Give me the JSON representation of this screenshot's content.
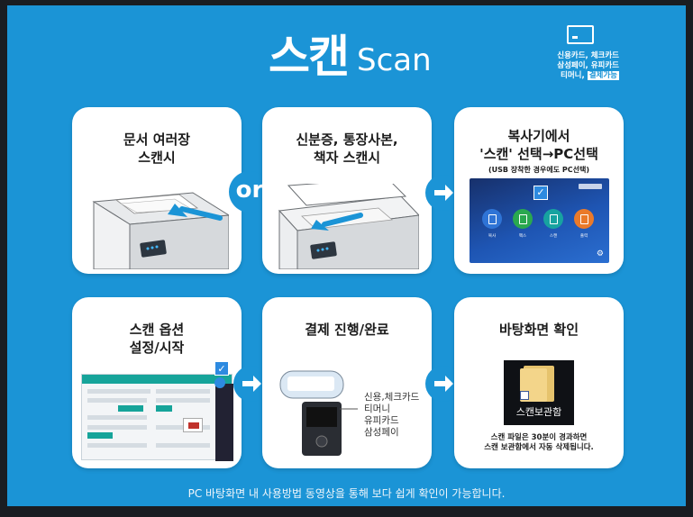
{
  "title": {
    "ko": "스캔",
    "en": "Scan"
  },
  "payment": {
    "icon": "credit-card-icon",
    "line1": "신용카드, 체크카드",
    "line2": "삼성페이, 유피카드",
    "line3_a": "티머니,",
    "line3_b": "결제가능"
  },
  "cards": {
    "c1": {
      "title1": "문서 여러장",
      "title2": "스캔시"
    },
    "or": "or",
    "c2": {
      "title1": "신분증, 통장사본,",
      "title2": "책자 스캔시"
    },
    "c3": {
      "title1": "복사기에서",
      "title2": "'스캔' 선택→PC선택",
      "sub": "(USB 장착한 경우에도 PC선택)",
      "tiles": [
        "복사",
        "팩스",
        "스캔",
        "출력"
      ]
    },
    "c4": {
      "title1": "스캔 옵션",
      "title2": "설정/시작"
    },
    "c5": {
      "title": "결제 진행/완료",
      "pay_methods": [
        "신용,체크카드",
        "티머니",
        "유피카드",
        "삼성페이"
      ]
    },
    "c6": {
      "title": "바탕화면 확인",
      "icon_label": "스캔보관함",
      "note1": "스캔 파일은 30분이 경과하면",
      "note2": "스캔 보관함에서 자동 삭제됩니다."
    }
  },
  "caption": "PC 바탕화면 내 사용방법 동영상을 통해 보다 쉽게 확인이 가능합니다.",
  "colors": {
    "background": "#1b94d6",
    "card": "#ffffff",
    "accent_teal": "#16a49a"
  }
}
